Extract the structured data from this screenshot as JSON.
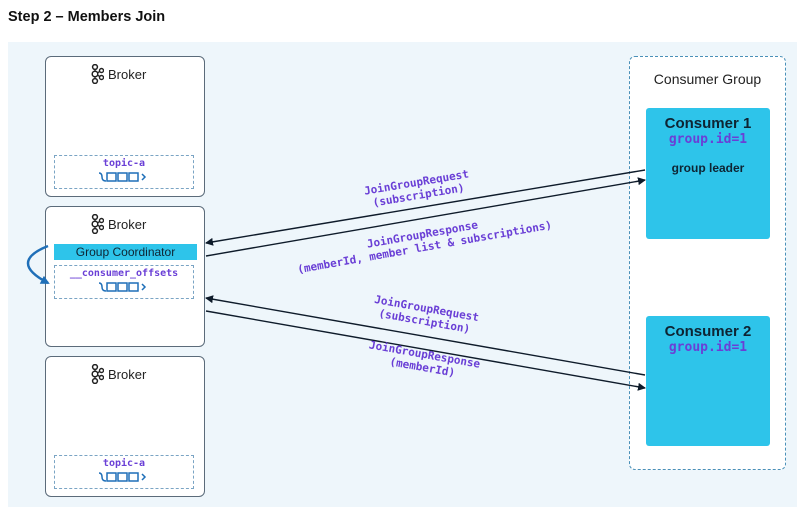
{
  "title": "Step 2 – Members Join",
  "brokers": [
    {
      "label": "Broker",
      "topic": "topic-a"
    },
    {
      "label": "Broker",
      "coordinator": "Group Coordinator",
      "topic": "__consumer_offsets"
    },
    {
      "label": "Broker",
      "topic": "topic-a"
    }
  ],
  "consumer_group": {
    "title": "Consumer Group",
    "consumers": [
      {
        "name": "Consumer 1",
        "group_id": "group.id=1",
        "role": "group leader"
      },
      {
        "name": "Consumer 2",
        "group_id": "group.id=1"
      }
    ]
  },
  "messages": {
    "c1_request": {
      "line1": "JoinGroupRequest",
      "line2": "(subscription)"
    },
    "c1_response": {
      "line1": "JoinGroupResponse",
      "line2": "(memberId, member list & subscriptions)"
    },
    "c2_request": {
      "line1": "JoinGroupRequest",
      "line2": "(subscription)"
    },
    "c2_response": {
      "line1": "JoinGroupResponse",
      "line2": "(memberId)"
    }
  },
  "colors": {
    "consumer_fill": "#2ec4ea",
    "coordinator_fill": "#2ec4ea",
    "mono_text": "#6a3fd6",
    "background_panel": "#eef6fb",
    "arrow": "#0e1b2a",
    "loop_arrow": "#1f6fb8"
  }
}
